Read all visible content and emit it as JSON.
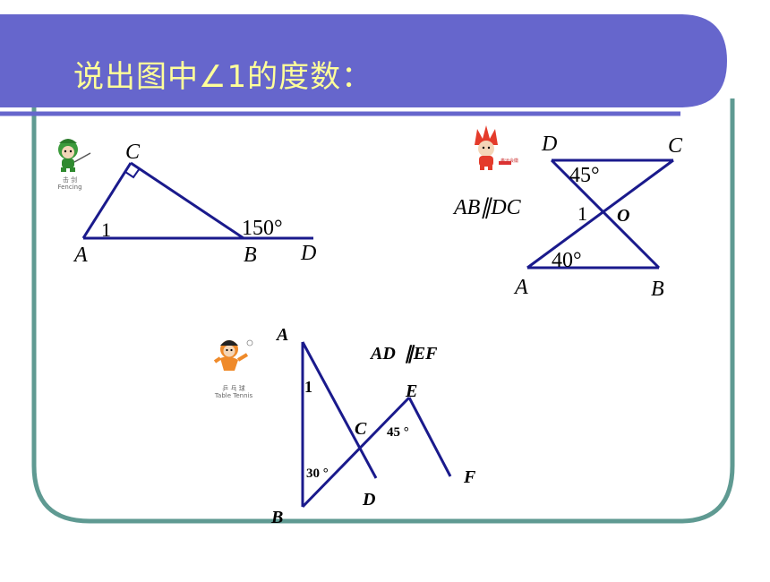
{
  "slide": {
    "title": "说出图中∠1的度数：",
    "colors": {
      "banner": "#6666cc",
      "frame": "#5f9a92",
      "line": "#1a1a8c",
      "title_text": "#ffff99"
    }
  },
  "figure1": {
    "mascot_caption": "击 剑\nFencing",
    "points": {
      "C": "C",
      "A": "A",
      "B": "B",
      "D": "D"
    },
    "angle1": "1",
    "angle_b": "150°"
  },
  "figure2": {
    "mascot_caption": "奥运会徽",
    "points": {
      "D": "D",
      "C": "C",
      "A": "A",
      "B": "B",
      "O": "O"
    },
    "parallel": "AB∥DC",
    "angle_top": "45°",
    "angle1": "1",
    "angle_bottom": "40°"
  },
  "figure3": {
    "mascot_caption": "乒 乓 球\nTable Tennis",
    "points": {
      "A": "A",
      "B": "B",
      "C": "C",
      "D": "D",
      "E": "E",
      "F": "F"
    },
    "parallel": "AD  ∥EF",
    "angle1": "1",
    "angle_b": "30 °",
    "angle_e": "45 °"
  }
}
